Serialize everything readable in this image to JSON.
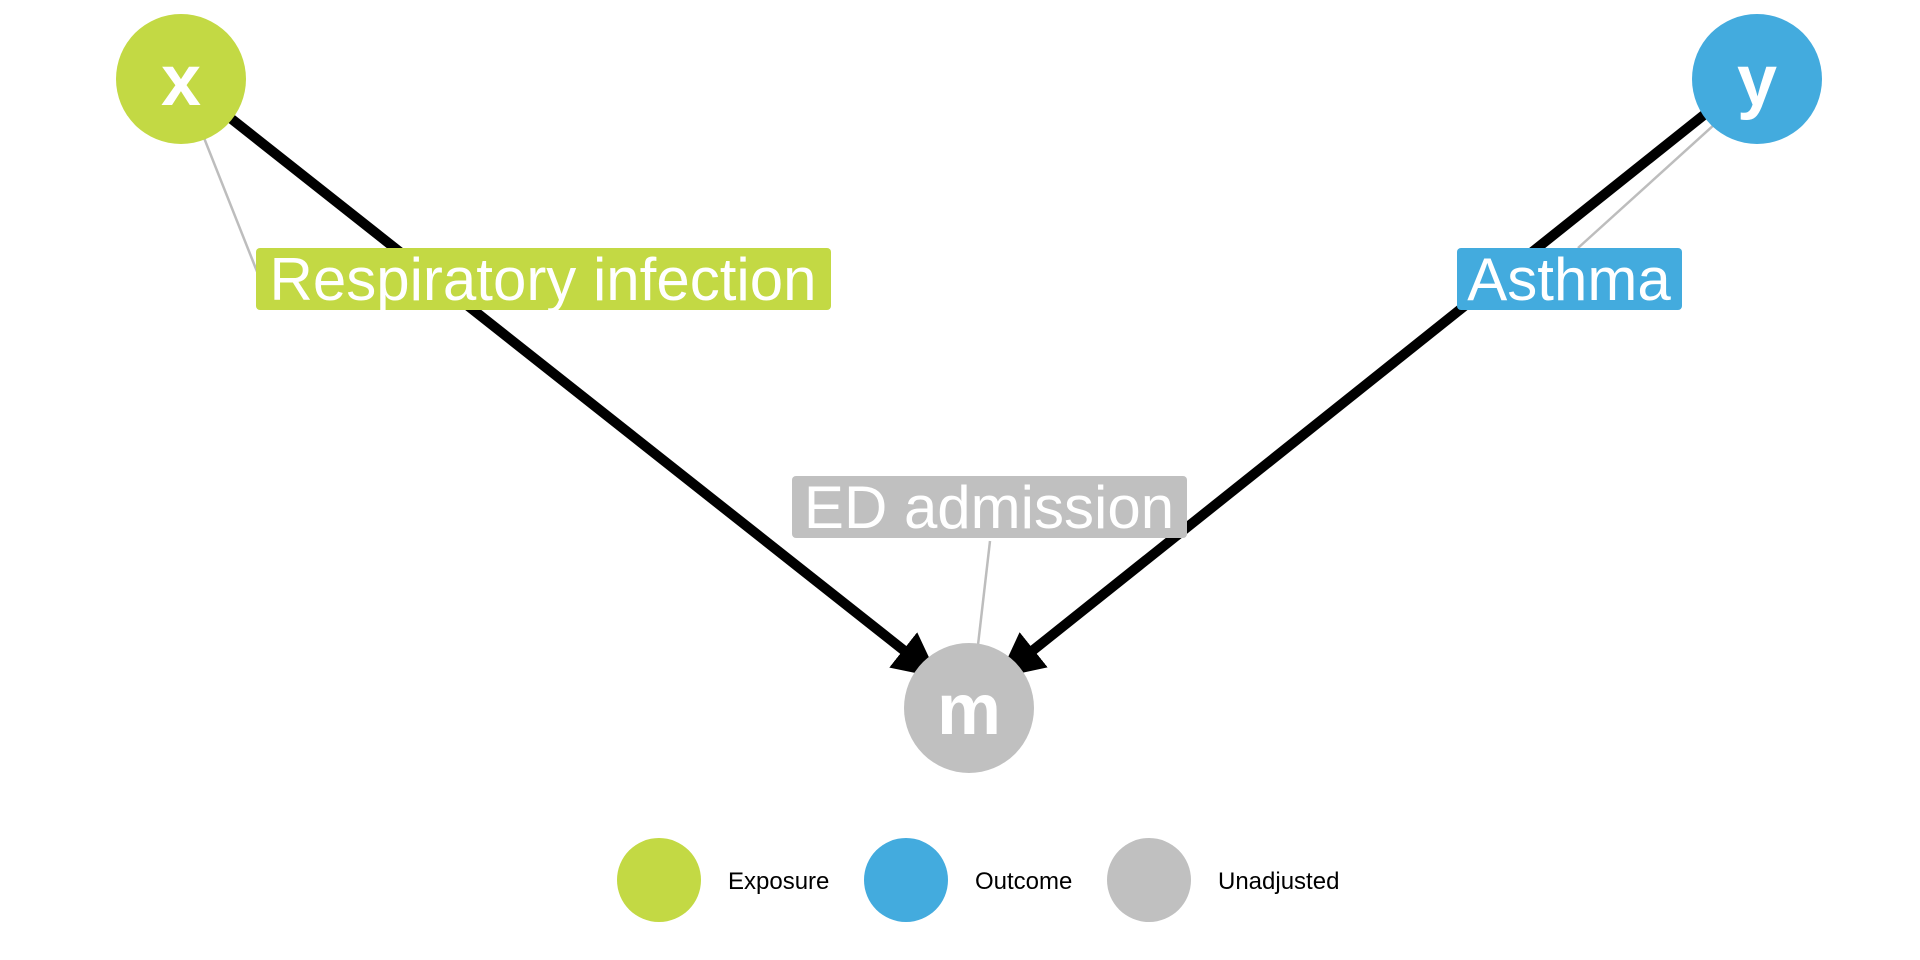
{
  "colors": {
    "exposure": "#c3d944",
    "outcome": "#43abde",
    "unadjusted": "#c0c0c0",
    "edge": "#000000",
    "leader": "#bdbdbd"
  },
  "nodes": {
    "x": {
      "letter": "x",
      "label": "Respiratory infection",
      "status": "exposure"
    },
    "y": {
      "letter": "y",
      "label": "Asthma",
      "status": "outcome"
    },
    "m": {
      "letter": "m",
      "label": "ED admission",
      "status": "unadjusted"
    }
  },
  "edges": [
    {
      "from": "x",
      "to": "m"
    },
    {
      "from": "y",
      "to": "m"
    }
  ],
  "legend": {
    "items": [
      {
        "label": "Exposure",
        "status": "exposure"
      },
      {
        "label": "Outcome",
        "status": "outcome"
      },
      {
        "label": "Unadjusted",
        "status": "unadjusted"
      }
    ]
  }
}
